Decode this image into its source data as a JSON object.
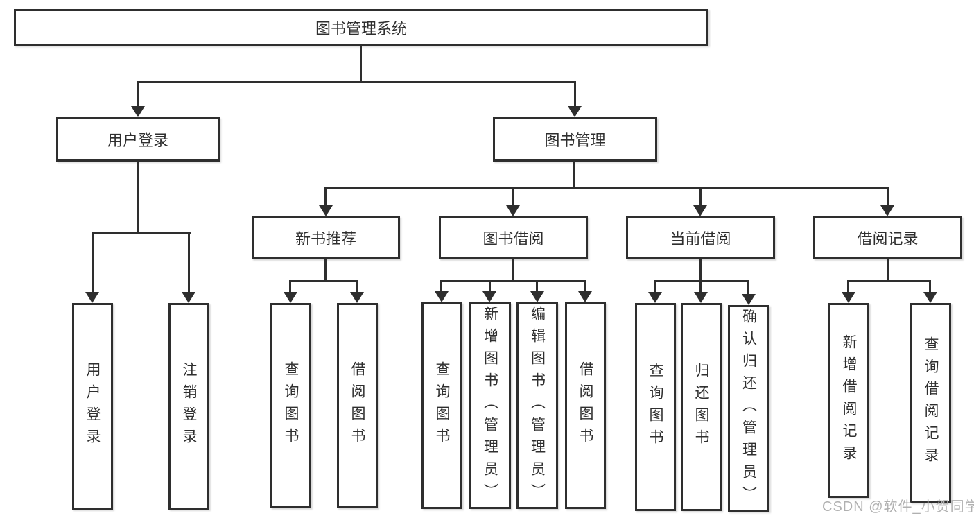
{
  "root": {
    "label": "图书管理系统"
  },
  "level2": {
    "user_login": {
      "label": "用户登录",
      "children": [
        {
          "label": "用户登录"
        },
        {
          "label": "注销登录"
        }
      ]
    },
    "book_management": {
      "label": "图书管理"
    }
  },
  "modules": [
    {
      "label": "新书推荐",
      "children": [
        {
          "label": "查询图书"
        },
        {
          "label": "借阅图书"
        }
      ]
    },
    {
      "label": "图书借阅",
      "children": [
        {
          "label": "查询图书"
        },
        {
          "label": "新增图书（管理员）"
        },
        {
          "label": "编辑图书（管理员）"
        },
        {
          "label": "借阅图书"
        }
      ]
    },
    {
      "label": "当前借阅",
      "children": [
        {
          "label": "查询图书"
        },
        {
          "label": "归还图书"
        },
        {
          "label": "确认归还（管理员）"
        }
      ]
    },
    {
      "label": "借阅记录",
      "children": [
        {
          "label": "新增借阅记录"
        },
        {
          "label": "查询借阅记录"
        }
      ]
    }
  ],
  "watermark": {
    "text": "CSDN @软件_小贺同学"
  },
  "colors": {
    "line": "#2e2e2e",
    "text": "#2f2f2f",
    "watermark": "#b0b0b0",
    "background": "#ffffff"
  }
}
